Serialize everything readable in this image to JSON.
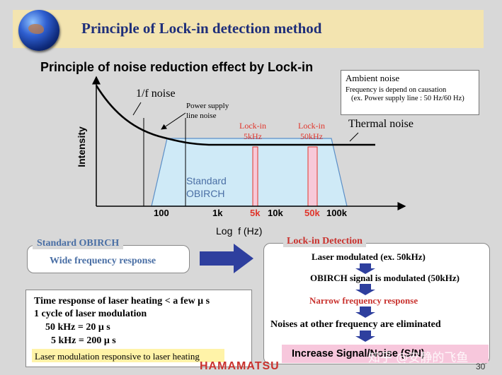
{
  "header": {
    "title": "Principle of Lock-in detection method"
  },
  "subtitle": "Principle of noise reduction effect by Lock-in",
  "ambient": {
    "line1": "Ambient noise",
    "line2": "Frequency is depend on causation",
    "line3": "(ex. Power supply line : 50 Hz/60 Hz)"
  },
  "chart": {
    "ylabel": "Intensity",
    "xlabel": "Log  f (Hz)",
    "curve_one_f": "1/f noise",
    "power_supply_1": "Power supply",
    "power_supply_2": "line noise",
    "lockin5_1": "Lock-in",
    "lockin5_2": "5kHz",
    "lockin50_1": "Lock-in",
    "lockin50_2": "50kHz",
    "thermal": "Thermal noise",
    "standard_1": "Standard",
    "standard_2": "OBIRCH",
    "ticks": [
      {
        "label": "100",
        "color": "#000000"
      },
      {
        "label": "1k",
        "color": "#000000"
      },
      {
        "label": "5k",
        "color": "#e0352b"
      },
      {
        "label": "10k",
        "color": "#000000"
      },
      {
        "label": "50k",
        "color": "#e0352b"
      },
      {
        "label": "100k",
        "color": "#000000"
      }
    ]
  },
  "standard": {
    "title": "Standard OBIRCH",
    "text": "Wide frequency response"
  },
  "lockin": {
    "title": "Lock-in Detection",
    "step1": "Laser modulated  (ex. 50kHz)",
    "step2": "OBIRCH signal is modulated (50kHz)",
    "step3": "Narrow frequency response",
    "step4": "Noises at other frequency are eliminated",
    "result": "Increase Signal/Noise (S/N)"
  },
  "time_response": {
    "line1": "Time response of laser heating < a few  μ s",
    "line2": "1 cycle of laser modulation",
    "line3": "50 kHz = 20  μ s",
    "line4": "5 kHz = 200  μ s",
    "note": "Laser modulation responsive to laser heating"
  },
  "footer": "HAMAMATSU",
  "page_number": "30",
  "watermark": "知乎 @安静的飞鱼",
  "colors": {
    "title": "#1f2f7a",
    "std_blue": "#4a6fa5",
    "lock_red": "#c9322e",
    "arrow": "#2e3f9e"
  }
}
